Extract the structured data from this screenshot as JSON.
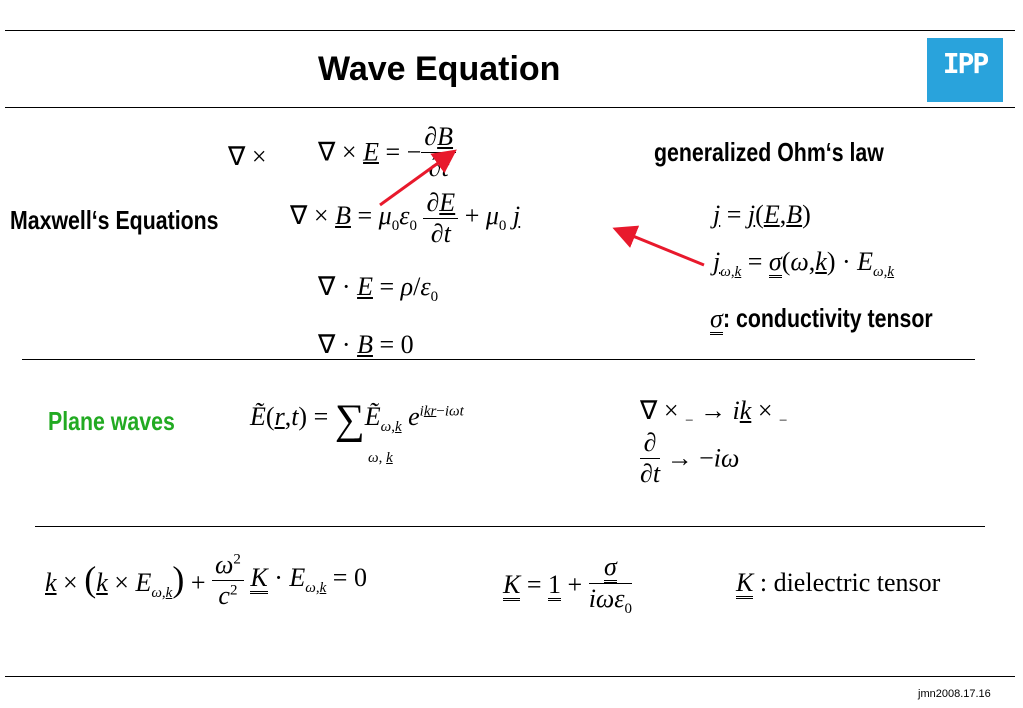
{
  "header": {
    "title": "Wave Equation",
    "logo_text": "IPP"
  },
  "maxwell": {
    "label": "Maxwell‘s Equations",
    "curl_op": "∇ ×",
    "eq1": "∇ × E = −∂B/∂t",
    "eq2": "∇ × B = μ₀ε₀ ∂E/∂t + μ₀ j",
    "eq3": "∇ · E = ρ/ε₀",
    "eq4": "∇ · B = 0"
  },
  "ohm": {
    "label": "generalized Ohm‘s law",
    "eq1": "j = j(E,B)",
    "eq2": "jω,k = σ(ω,k) · Eω,k",
    "sigma_desc": ": conductivity tensor"
  },
  "plane": {
    "label": "Plane waves",
    "eq": "Ẽ(r,t) = ∑ Ẽω,k e^(ikr−iωt)",
    "rule1": "∇ × → ik ×",
    "rule2": "∂/∂t → −iω"
  },
  "wave": {
    "eq": "k × (k × Eω,k) + ω²/c² K · Eω,k = 0",
    "K_def": "K = 1 + σ/(iωε₀)",
    "K_desc": "dielectric tensor"
  },
  "footer": {
    "code": "jmn2008.17.16"
  },
  "colors": {
    "logo_bg": "#29a3dc",
    "plane_label": "#22aa22",
    "arrow": "#e8192c"
  }
}
